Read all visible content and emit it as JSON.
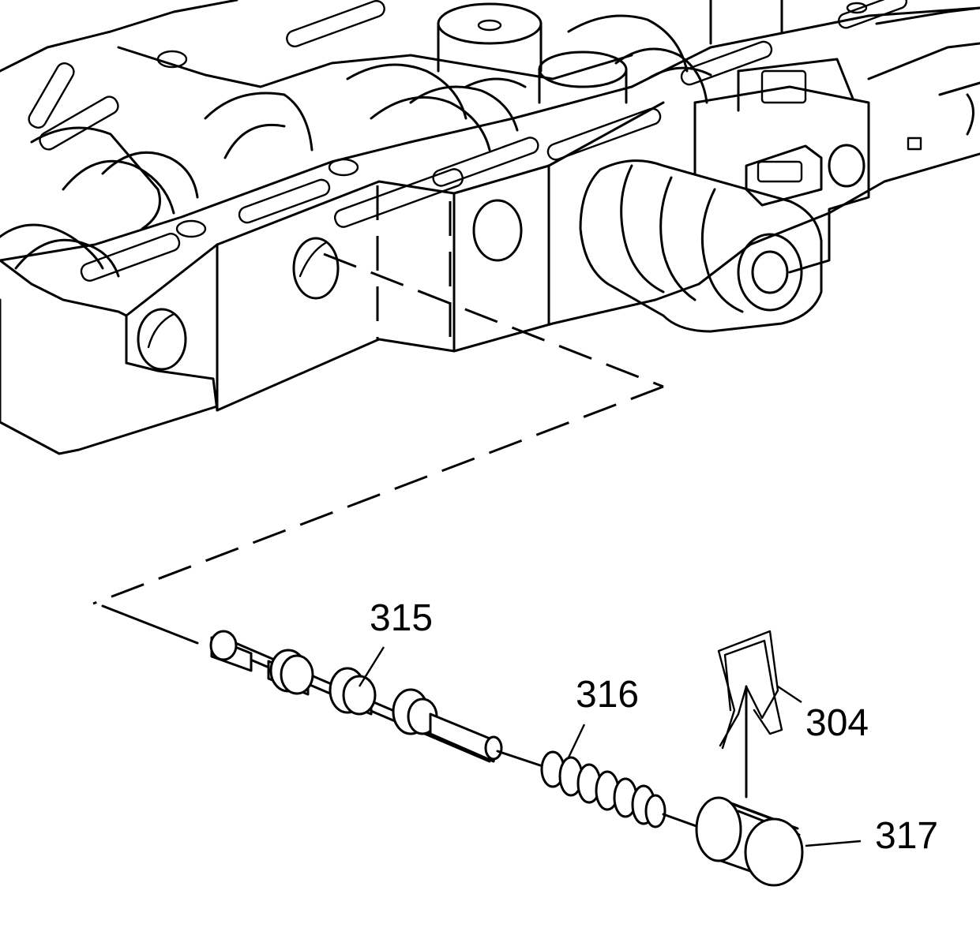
{
  "callouts": {
    "c315": "315",
    "c316": "316",
    "c304": "304",
    "c317": "317"
  }
}
